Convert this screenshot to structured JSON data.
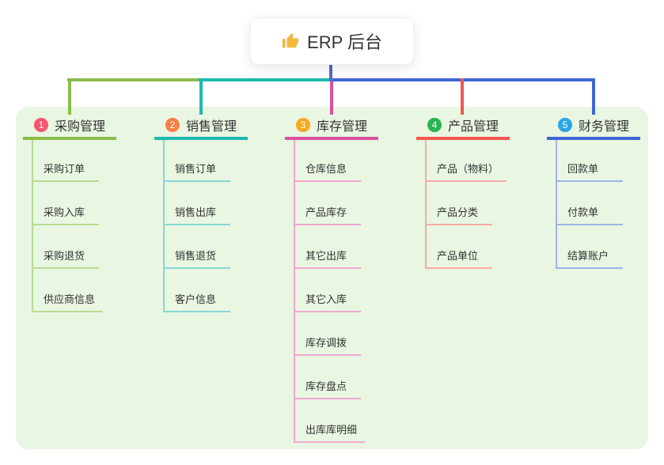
{
  "root": {
    "label": "ERP 后台",
    "icon": "thumbs-up-icon"
  },
  "colors": {
    "page_background": "#ffffff",
    "panel_background": "#e9f6e2",
    "root_edge": "#5968c8",
    "text": "#333333",
    "branch_lines": [
      "#8abc4c",
      "#1db9b1",
      "#d9509f",
      "#f2564e",
      "#3f66d4"
    ],
    "branch_child_lines": [
      "#b9db92",
      "#84d9d3",
      "#f0a6ce",
      "#f8aba5",
      "#9fb3e6"
    ],
    "badge_colors": [
      "#f5566d",
      "#f57f45",
      "#f7a823",
      "#28b450",
      "#2ba4e5"
    ],
    "thumbs_up_yellow": "#f4b73e"
  },
  "branches": [
    {
      "num": "1",
      "label": "采购管理",
      "children": [
        "采购订单",
        "采购入库",
        "采购退货",
        "供应商信息"
      ]
    },
    {
      "num": "2",
      "label": "销售管理",
      "children": [
        "销售订单",
        "销售出库",
        "销售退货",
        "客户信息"
      ]
    },
    {
      "num": "3",
      "label": "库存管理",
      "children": [
        "仓库信息",
        "产品库存",
        "其它出库",
        "其它入库",
        "库存调拨",
        "库存盘点",
        "出库库明细"
      ]
    },
    {
      "num": "4",
      "label": "产品管理",
      "children": [
        "产品（物料）",
        "产品分类",
        "产品单位"
      ]
    },
    {
      "num": "5",
      "label": "财务管理",
      "children": [
        "回款单",
        "付款单",
        "结算账户"
      ]
    }
  ]
}
